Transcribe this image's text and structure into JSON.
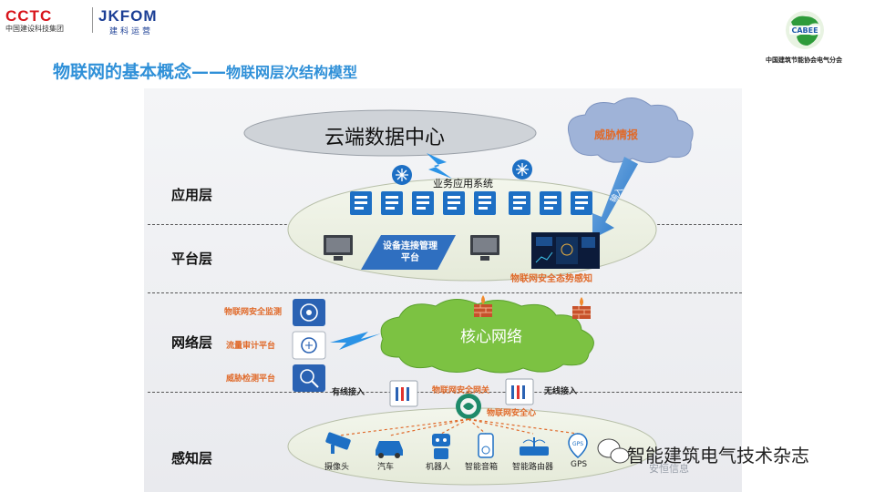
{
  "header": {
    "logo_cctc": "CCTC",
    "logo_cctc_sub": "中国建设科技集团",
    "logo_jk": "JKFOM",
    "logo_jk_sub": "建科运营",
    "logo_cabee": "CABEE",
    "cabee_org": "中国建筑节能协会电气分会"
  },
  "title": {
    "main": "物联网的基本概念——",
    "sub": "物联网层次结构模型"
  },
  "layers": {
    "application": "应用层",
    "platform": "平台层",
    "network": "网络层",
    "perception": "感知层"
  },
  "diagram": {
    "cloud_data_center": "云端数据中心",
    "threat_intel": "威胁情报",
    "input_label": "输入",
    "business_system": "业务应用系统",
    "device_platform": "设备连接管理平台",
    "situation_awareness": "物联网安全态势感知",
    "security_monitor": "物联网安全监测",
    "traffic_audit": "流量审计平台",
    "threat_detect": "威胁检测平台",
    "core_network": "核心网络",
    "wired_access": "有线接入",
    "wireless_access": "无线接入",
    "iot_gateway": "物联网安全网关",
    "iot_security_center": "物联网安全心",
    "devices": [
      "摄像头",
      "汽车",
      "机器人",
      "智能音箱",
      "智能路由器",
      "GPS"
    ]
  },
  "watermark": {
    "name": "智能建筑电气技术杂志",
    "sub": "安恒信息"
  },
  "colors": {
    "title_blue": "#2f90d8",
    "icon_blue": "#1d6fc4",
    "orange": "#e06a2a",
    "cloud_green": "#7cc242"
  }
}
